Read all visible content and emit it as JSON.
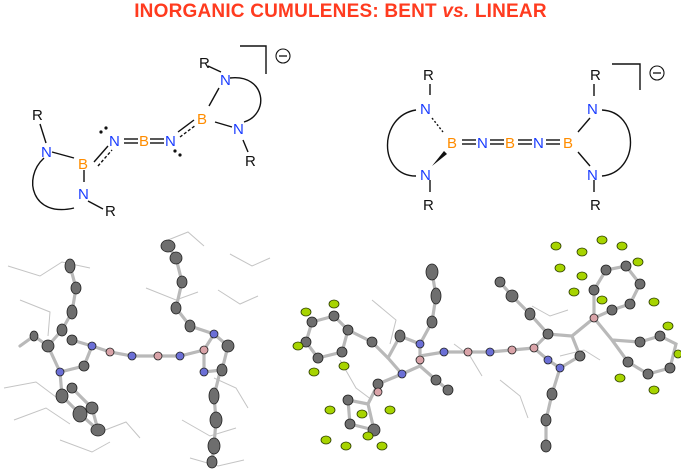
{
  "title": {
    "part1": "INORGANIC CUMULENES: BENT ",
    "vs": "vs.",
    "part2": " LINEAR"
  },
  "atoms": {
    "boron": "B",
    "nitrogen": "N",
    "substituent": "R",
    "charge": "−"
  },
  "colors": {
    "title": "#ff3b1f",
    "boron_label": "#ff8c00",
    "nitrogen_label": "#1a3cff",
    "ellipsoid_carbon": "#6e6e6e",
    "ellipsoid_nitrogen": "#6b6fd6",
    "ellipsoid_boron": "#d9a3a8",
    "ellipsoid_fluorine": "#a7d400",
    "bond": "#b9b9b9"
  }
}
